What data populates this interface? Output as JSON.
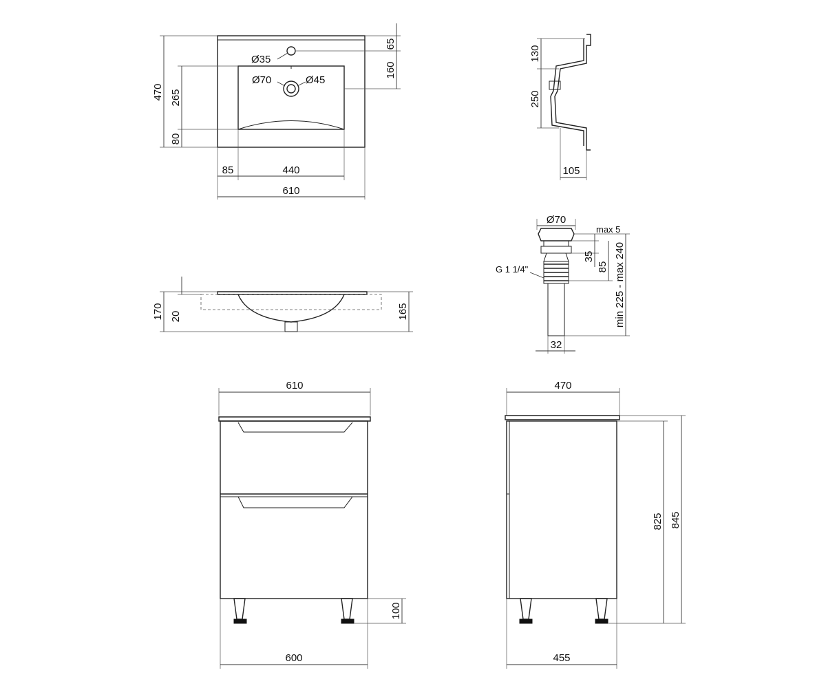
{
  "sink_top": {
    "dia_tap_hole": "Ø35",
    "dia_drain": "Ø70",
    "dia_drain_inner": "Ø45",
    "dim_65": "65",
    "dim_160": "160",
    "dim_470": "470",
    "dim_265": "265",
    "dim_80": "80",
    "dim_85": "85",
    "dim_440": "440",
    "dim_610": "610"
  },
  "sink_profile": {
    "dim_130": "130",
    "dim_250": "250",
    "dim_105": "105"
  },
  "sink_front": {
    "dim_170": "170",
    "dim_20": "20",
    "dim_165": "165"
  },
  "drain_valve": {
    "dia_cap": "Ø70",
    "max_lift": "max 5",
    "dim_35": "35",
    "dim_85": "85",
    "range": "min 225 - max 240",
    "thread": "G 1 1/4\"",
    "pipe_dia": "32"
  },
  "cabinet_front": {
    "top_width": "610",
    "base_width": "600",
    "leg_height": "100"
  },
  "cabinet_side": {
    "top_depth": "470",
    "base_depth": "455",
    "height_825": "825",
    "height_845": "845"
  }
}
